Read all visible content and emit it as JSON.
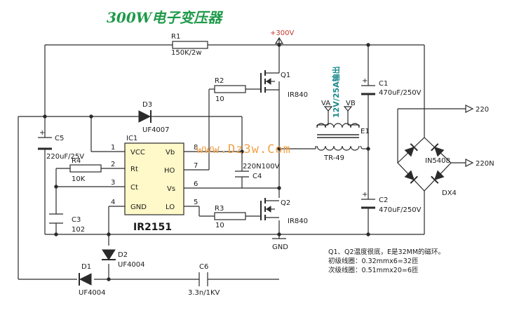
{
  "title": "300W电子变压器",
  "watermark": "www.Dz3w.Com",
  "ic": {
    "name": "IC1",
    "part": "IR2151",
    "pins_left": [
      {
        "num": "1",
        "name": "VCC"
      },
      {
        "num": "2",
        "name": "Rt"
      },
      {
        "num": "3",
        "name": "Ct"
      },
      {
        "num": "4",
        "name": "GND"
      }
    ],
    "pins_right": [
      {
        "num": "8",
        "name": "Vb"
      },
      {
        "num": "7",
        "name": "HO"
      },
      {
        "num": "6",
        "name": "Vs"
      },
      {
        "num": "5",
        "name": "LO"
      }
    ]
  },
  "rails": {
    "plus": "+300V",
    "gnd": "GND"
  },
  "components": {
    "r1": {
      "ref": "R1",
      "value": "150K/2w"
    },
    "r2": {
      "ref": "R2",
      "value": "10"
    },
    "r3": {
      "ref": "R3",
      "value": "10"
    },
    "r4": {
      "ref": "R4",
      "value": "10K"
    },
    "c1": {
      "ref": "C1",
      "value": "470uF/250V"
    },
    "c2": {
      "ref": "C2",
      "value": "470uF/250V"
    },
    "c3": {
      "ref": "C3",
      "value": "102"
    },
    "c4": {
      "ref": "C4",
      "value": "220N100V"
    },
    "c5": {
      "ref": "C5",
      "value": "220uF/25V"
    },
    "c6": {
      "ref": "C6",
      "value": "3.3n/1KV"
    },
    "d1": {
      "ref": "D1",
      "value": "UF4004"
    },
    "d2": {
      "ref": "D2",
      "value": "UF4004"
    },
    "d3": {
      "ref": "D3",
      "value": "UF4007"
    },
    "q1": {
      "ref": "Q1",
      "value": "IR840"
    },
    "q2": {
      "ref": "Q2",
      "value": "IR840"
    },
    "t1": {
      "ref": "E1",
      "value": "TR-49"
    },
    "bridge": {
      "ref": "DX4",
      "value": "IN5408"
    }
  },
  "output_label": "12V/25A输出",
  "va": "VA",
  "vb": "VB",
  "terminals": {
    "ac1": "220",
    "ac2": "220N"
  },
  "notes": [
    "Q1、Q2温度很底，E是32MM的磁环。",
    "初级线圈：0.32mmx6=32匝",
    "次级线圈：0.51mmx20=6匝"
  ]
}
